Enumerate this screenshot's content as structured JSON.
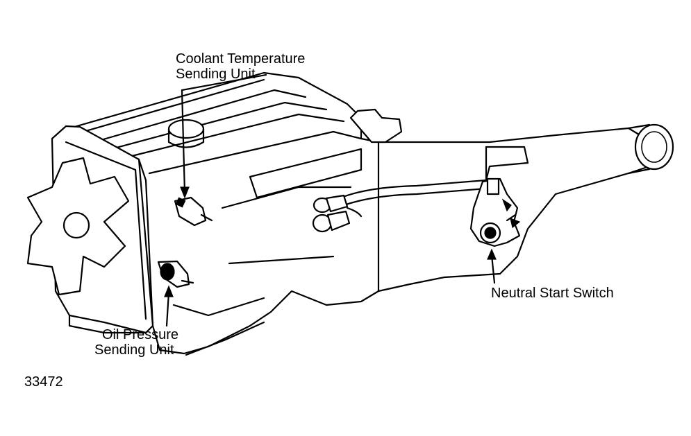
{
  "labels": {
    "coolant_line1": "Coolant Temperature",
    "coolant_line2": "Sending Unit",
    "oil_line1": "Oil Pressure",
    "oil_line2": "Sending Unit",
    "neutral": "Neutral Start Switch",
    "figure_number": "33472"
  }
}
